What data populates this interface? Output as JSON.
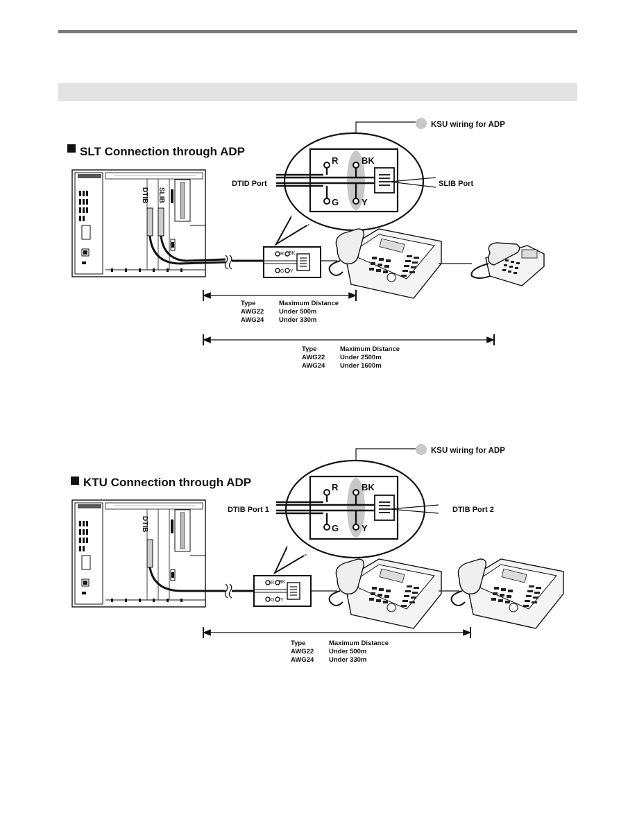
{
  "sections": [
    {
      "title": "SLT Connection through ADP",
      "callout": "KSU wiring for ADP",
      "port_left": "DTID Port",
      "port_right": "SLIB Port",
      "board_labels": [
        "DTIB",
        "SLIB"
      ],
      "terminals": {
        "r": "R",
        "bk": "BK",
        "g": "G",
        "y": "Y"
      },
      "distances": [
        {
          "header_type": "Type",
          "header_dist": "Maximum Distance",
          "rows": [
            {
              "type": "AWG22",
              "dist": "Under 500m"
            },
            {
              "type": "AWG24",
              "dist": "Under 330m"
            }
          ]
        },
        {
          "header_type": "Type",
          "header_dist": "Maximum Distance",
          "rows": [
            {
              "type": "AWG22",
              "dist": "Under 2500m"
            },
            {
              "type": "AWG24",
              "dist": "Under 1600m"
            }
          ]
        }
      ]
    },
    {
      "title": "KTU Connection through ADP",
      "callout": "KSU wiring for ADP",
      "port_left": "DTIB Port 1",
      "port_right": "DTIB Port 2",
      "board_labels": [
        "DTIB"
      ],
      "terminals": {
        "r": "R",
        "bk": "BK",
        "g": "G",
        "y": "Y"
      },
      "distances": [
        {
          "header_type": "Type",
          "header_dist": "Maximum Distance",
          "rows": [
            {
              "type": "AWG22",
              "dist": "Under 500m"
            },
            {
              "type": "AWG24",
              "dist": "Under 330m"
            }
          ]
        }
      ]
    }
  ]
}
